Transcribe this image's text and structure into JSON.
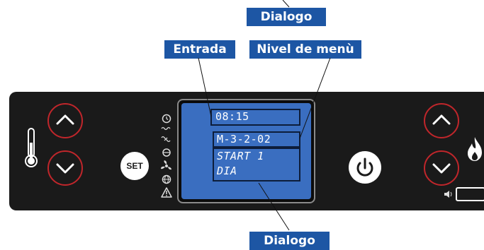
{
  "callouts": {
    "dialogo_top": "Dialogo",
    "entrada": "Entrada",
    "nivel_de_menu": "Nivel de menù",
    "dialogo_bottom": "Dialogo"
  },
  "display": {
    "time": "08:15",
    "menu_level": "M-3-2-02",
    "line1": "START 1",
    "line2": "DIA"
  },
  "buttons": {
    "set_label": "SET"
  },
  "icons": {
    "thermometer": "thermometer-icon",
    "up": "chevron-up-icon",
    "down": "chevron-down-icon",
    "power": "power-icon",
    "flame": "flame-icon",
    "clock": "clock-icon",
    "warning": "warning-icon"
  },
  "colors": {
    "callout": "#1d56a4",
    "panel": "#1a1a1a",
    "lcd": "#3a6ec0",
    "button_ring": "#c0262b"
  }
}
